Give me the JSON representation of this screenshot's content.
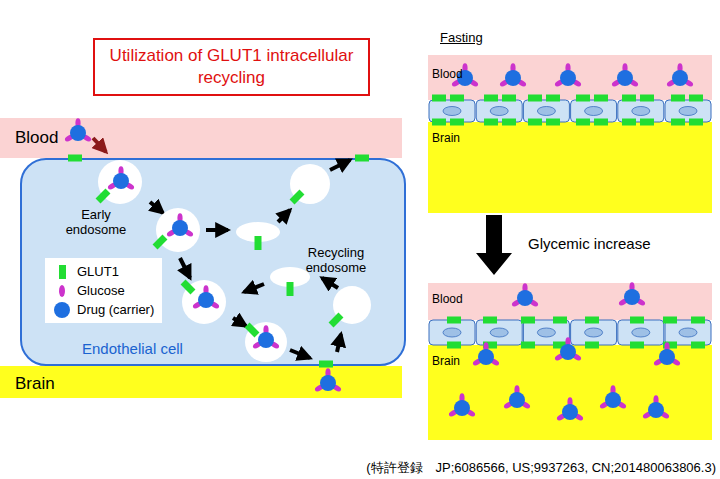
{
  "diagram": {
    "title": "Utilization of GLUT1 intracellular recycling",
    "caption": "(特許登録　JP;6086566, US;9937263, CN;201480063806.3)",
    "nodes": [
      {
        "text": [
          "Blood"
        ]
      },
      {
        "text": [
          "Endothelial cell"
        ]
      },
      {
        "text": [
          "Brain"
        ]
      },
      {
        "text": [
          "Blood"
        ]
      },
      {
        "text": [
          "Brain"
        ]
      },
      {
        "text": [
          "Blood"
        ]
      },
      {
        "text": [
          "Brain"
        ]
      }
    ],
    "edges": [
      {
        "from": 4,
        "to": 5,
        "arrow": "to",
        "label": "Glycemic increase"
      }
    ],
    "labels": [
      "Fasting",
      "Early endosome",
      "Recycling endosome"
    ],
    "legend": [
      {
        "text": "GLUT1",
        "color": "#22dd33"
      },
      {
        "text": "Glucose",
        "color": "#cc33cc"
      },
      {
        "text": "Drug (carrier)",
        "color": "#1e6fe0"
      }
    ]
  }
}
